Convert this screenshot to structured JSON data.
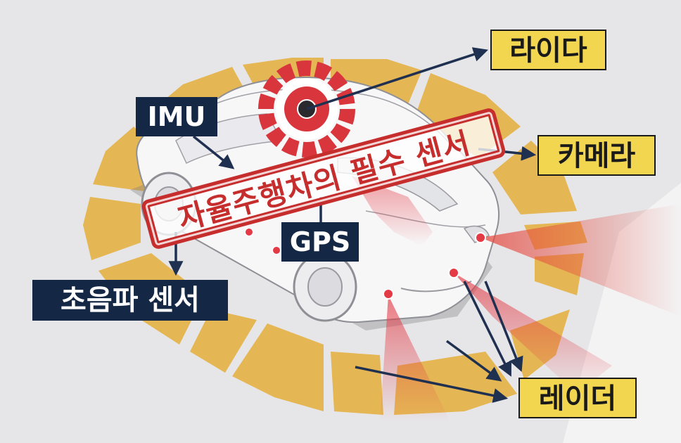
{
  "labels": {
    "lidar": "라이다",
    "camera": "카메라",
    "radar": "레이더",
    "imu": "IMU",
    "gps": "GPS",
    "ultrasonic": "초음파 센서"
  },
  "stamp": {
    "text": "자율주행차의 필수 센서"
  },
  "colors": {
    "background": "#e6e6e8",
    "sensor_ring": "#e5b654",
    "label_yellow": "#f2d650",
    "label_navy": "#142744",
    "stamp_red": "#c62d2d",
    "radar_beam": "#e33a45",
    "lidar_unit": "#d8363c",
    "arrow": "#1f3050"
  }
}
